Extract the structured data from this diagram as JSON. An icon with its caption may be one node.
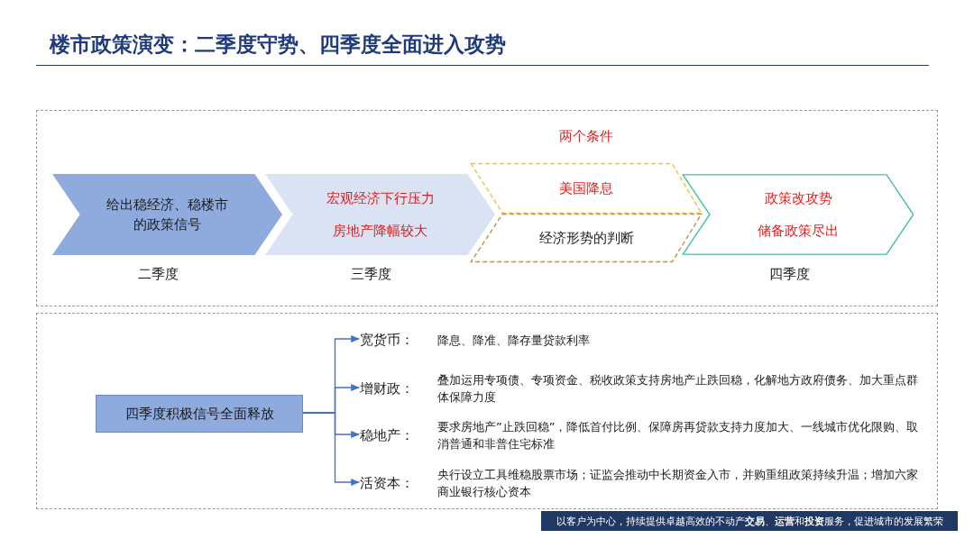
{
  "diagram": {
    "title": "楼市政策演变：二季度守势、四季度全面进入攻势",
    "nodes": [
      {
        "text": [],
        "shape": "box"
      },
      {
        "text": [
          "给出稳经济、稳楼市的政策信号"
        ],
        "beside": [
          "二季度"
        ],
        "in": 0
      },
      {
        "text": [
          "宏观经济下行压力",
          "房地产降幅较大"
        ],
        "beside": [
          "三季度"
        ],
        "in": 0
      },
      {
        "text": [
          "美国降息"
        ],
        "in": 0
      },
      {
        "text": [
          "经济形势的判断"
        ],
        "in": 0
      },
      {
        "text": [
          "政策改攻势",
          "储备政策尽出"
        ],
        "beside": [
          "四季度"
        ],
        "in": 0
      },
      {
        "text": [],
        "shape": "box"
      },
      {
        "text": [
          "四季度积极信号全面释放"
        ],
        "in": 6
      },
      {
        "text": [
          "宽货币："
        ],
        "beside": [
          "降息、降准、降存量贷款利率"
        ],
        "in": 6
      },
      {
        "text": [
          "增财政："
        ],
        "beside": [
          "叠加运用专项债、专项资金、税收政策支持房地产止跌回稳，化解地方政府债务、加大重点群体保障力度"
        ],
        "in": 6
      },
      {
        "text": [
          "稳地产："
        ],
        "beside": [
          "要求房地产”止跌回稳”，降低首付比例、保障房再贷款支持力度加大、一线城市优化限购、取消普通和非普住宅标准"
        ],
        "in": 6
      },
      {
        "text": [
          "活资本："
        ],
        "beside": [
          "央行设立工具维稳股票市场；证监会推动中长期资金入市，并购重组政策持续升温；增加六家商业银行核心资本"
        ],
        "in": 6
      }
    ],
    "edges": [
      {
        "from": 7,
        "to": 8,
        "arrow": "to"
      },
      {
        "from": 7,
        "to": 9,
        "arrow": "to"
      },
      {
        "from": 7,
        "to": 10,
        "arrow": "to"
      },
      {
        "from": 7,
        "to": 11,
        "arrow": "to"
      }
    ],
    "labels": [
      "两个条件",
      "以客户为中心，持续提供卓越高效的不动产**交易**、**运营**和**投资**服务，促进城市的发展繁荣"
    ]
  }
}
